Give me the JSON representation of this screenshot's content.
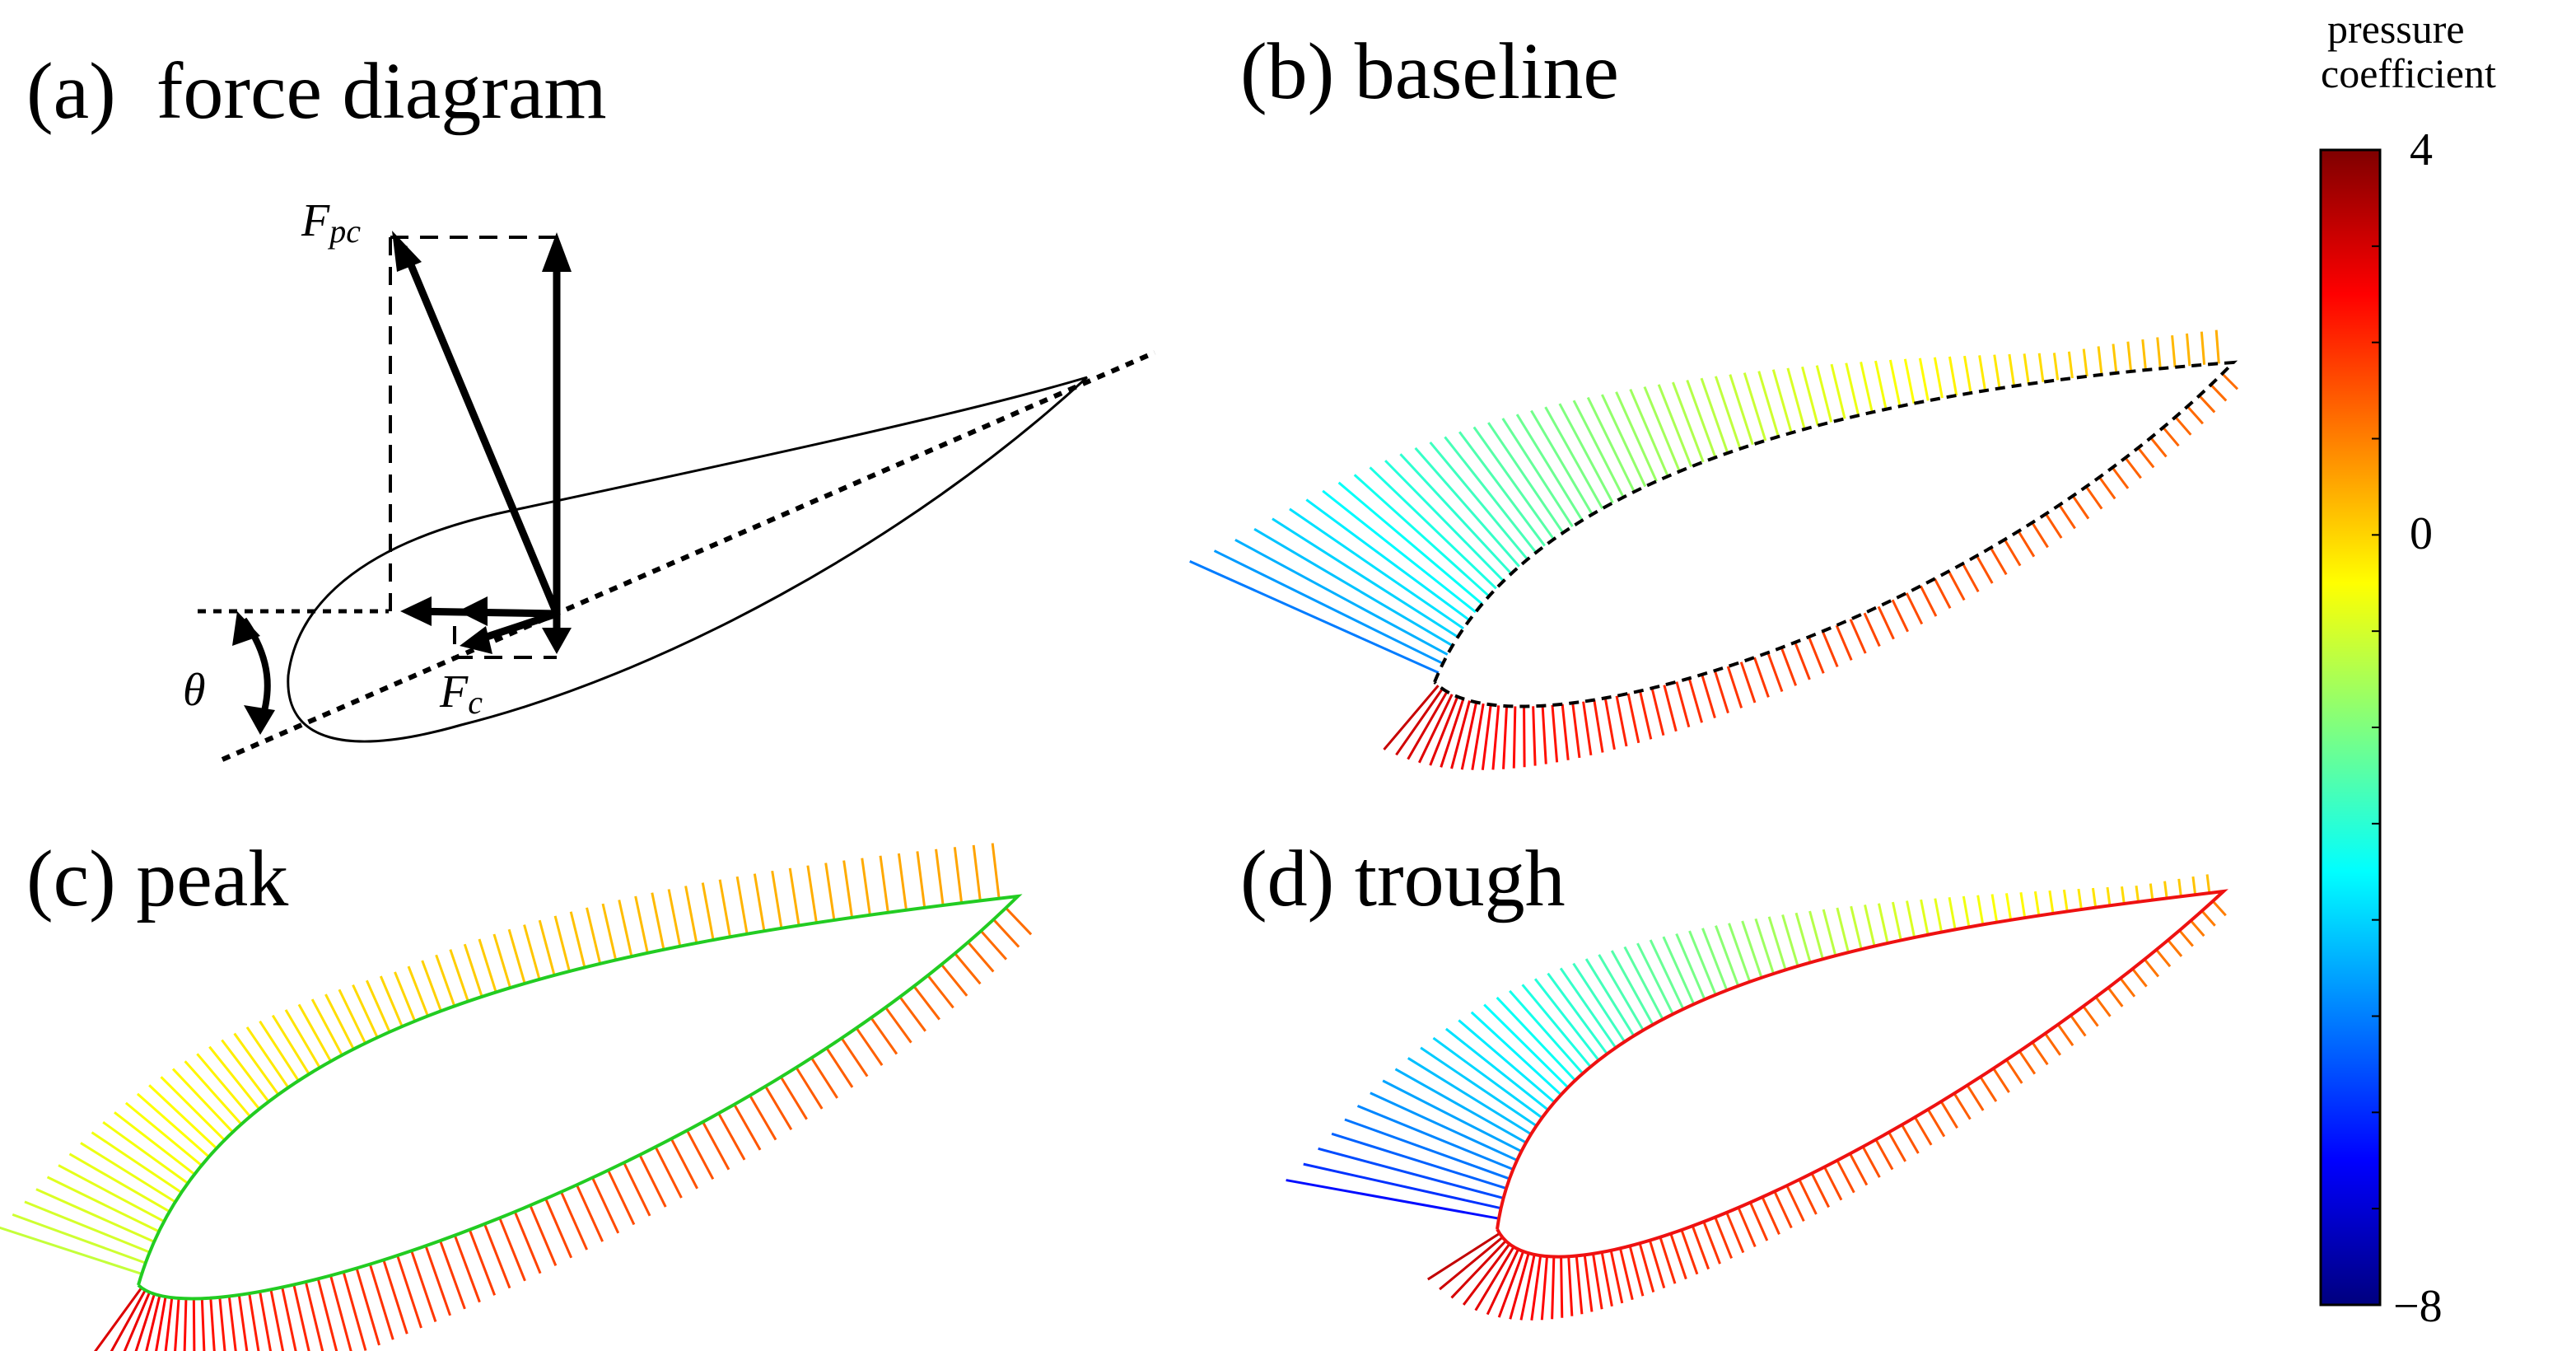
{
  "panels": {
    "a": {
      "title": "(a)  force diagram"
    },
    "b": {
      "title": "(b) baseline"
    },
    "c": {
      "title": "(c) peak"
    },
    "d": {
      "title": "(d) trough"
    }
  },
  "force_diagram": {
    "label_fpc": "F",
    "label_fpc_sub": "pc",
    "label_fc": "F",
    "label_fc_sub": "c",
    "label_theta": "θ"
  },
  "colorbar": {
    "title_line1": "pressure",
    "title_line2": "coefficient",
    "tick_max": "4",
    "tick_mid": "0",
    "tick_min": "−8",
    "range": [
      -8,
      4
    ],
    "colormap": "jet",
    "colors": [
      "#00007f",
      "#0000ff",
      "#007fff",
      "#00ffff",
      "#7fff7f",
      "#ffff00",
      "#ff7f00",
      "#ff0000",
      "#7f0000"
    ]
  },
  "airfoil_panels": [
    {
      "id": "baseline",
      "outline_color": "#000000",
      "outline_style": "dashed",
      "upper_cp_leading": -6.0,
      "upper_cp_trailing": 0.5,
      "lower_cp_leading": 3.5,
      "lower_cp_trailing": 1.2
    },
    {
      "id": "peak",
      "outline_color": "#22cc22",
      "outline_style": "solid",
      "upper_cp_leading": -1.5,
      "upper_cp_trailing": 0.6,
      "lower_cp_leading": 3.2,
      "lower_cp_trailing": 1.2
    },
    {
      "id": "trough",
      "outline_color": "#ee1111",
      "outline_style": "solid",
      "upper_cp_leading": -7.5,
      "upper_cp_trailing": 0.3,
      "lower_cp_leading": 3.6,
      "lower_cp_trailing": 1.0
    }
  ]
}
